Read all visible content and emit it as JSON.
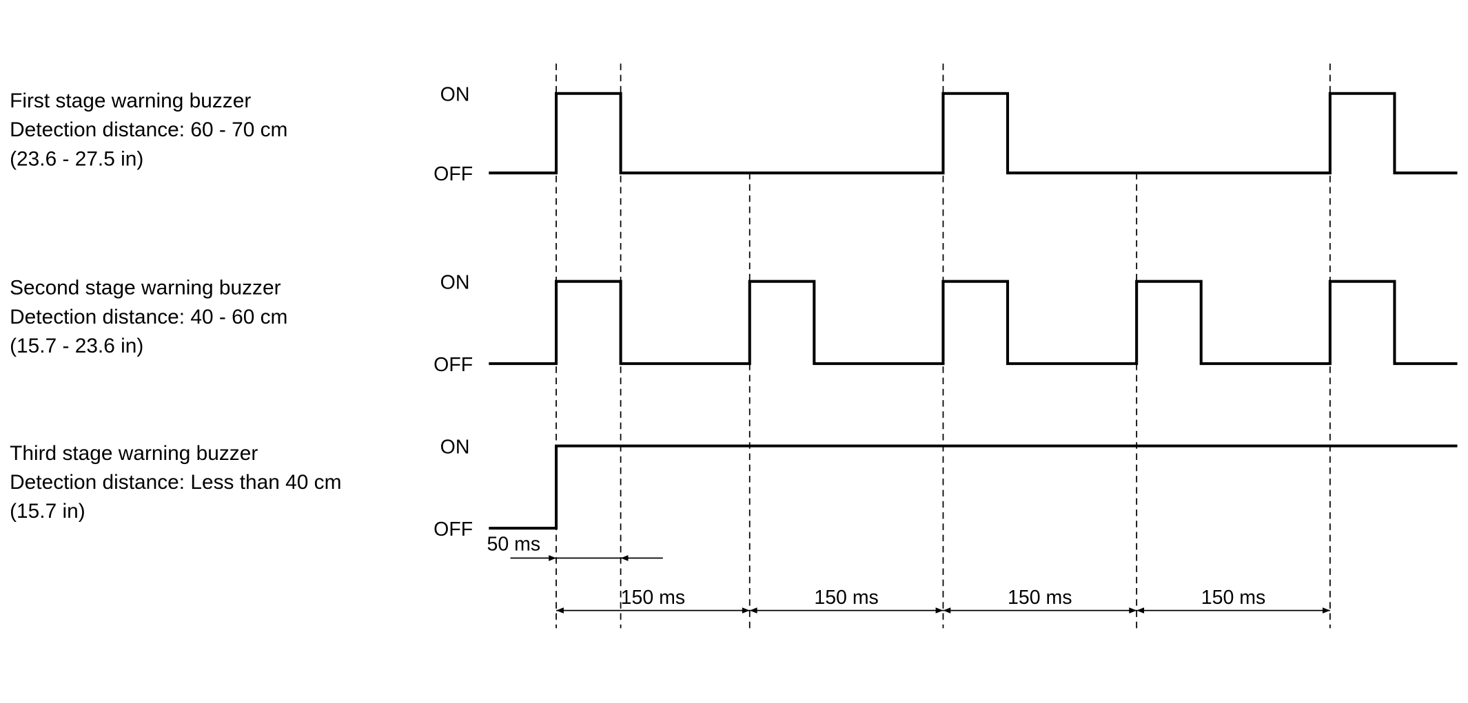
{
  "rows": [
    {
      "lines": [
        "First stage warning buzzer",
        "Detection distance: 60 - 70 cm",
        "(23.6 - 27.5 in)"
      ],
      "on_label": "ON",
      "off_label": "OFF",
      "on_intervals_ms": [
        [
          0,
          50
        ],
        [
          300,
          350
        ],
        [
          600,
          650
        ]
      ]
    },
    {
      "lines": [
        "Second stage warning buzzer",
        "Detection distance: 40 - 60 cm",
        "(15.7 - 23.6 in)"
      ],
      "on_label": "ON",
      "off_label": "OFF",
      "on_intervals_ms": [
        [
          0,
          50
        ],
        [
          150,
          200
        ],
        [
          300,
          350
        ],
        [
          450,
          500
        ],
        [
          600,
          650
        ]
      ]
    },
    {
      "lines": [
        "Third stage warning buzzer",
        "Detection distance: Less than 40 cm",
        "(15.7 in)"
      ],
      "on_label": "ON",
      "off_label": "OFF",
      "on_intervals_ms": [
        [
          0,
          700
        ]
      ]
    }
  ],
  "dimensions": {
    "short": {
      "label": "50 ms",
      "from_ms": 0,
      "to_ms": 50
    },
    "periods": [
      {
        "label": "150 ms",
        "from_ms": 0,
        "to_ms": 150
      },
      {
        "label": "150 ms",
        "from_ms": 150,
        "to_ms": 300
      },
      {
        "label": "150 ms",
        "from_ms": 300,
        "to_ms": 450
      },
      {
        "label": "150 ms",
        "from_ms": 450,
        "to_ms": 600
      }
    ]
  },
  "guide_times_ms": [
    0,
    50,
    150,
    300,
    450,
    600
  ]
}
